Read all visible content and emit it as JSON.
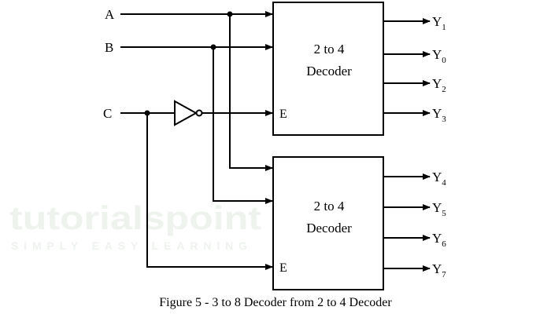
{
  "watermark": {
    "brand": "tutorialspoint",
    "tagline": "SIMPLY EASY LEARNING"
  },
  "inputs": [
    "A",
    "B",
    "C"
  ],
  "decoders": [
    {
      "line1": "2 to 4",
      "line2": "Decoder",
      "enable": "E",
      "outputs": [
        {
          "base": "Y",
          "sub": "1"
        },
        {
          "base": "Y",
          "sub": "0"
        },
        {
          "base": "Y",
          "sub": "2"
        },
        {
          "base": "Y",
          "sub": "3"
        }
      ]
    },
    {
      "line1": "2 to 4",
      "line2": "Decoder",
      "enable": "E",
      "outputs": [
        {
          "base": "Y",
          "sub": "4"
        },
        {
          "base": "Y",
          "sub": "5"
        },
        {
          "base": "Y",
          "sub": "6"
        },
        {
          "base": "Y",
          "sub": "7"
        }
      ]
    }
  ],
  "caption": "Figure 5 - 3 to 8 Decoder from 2 to 4 Decoder"
}
